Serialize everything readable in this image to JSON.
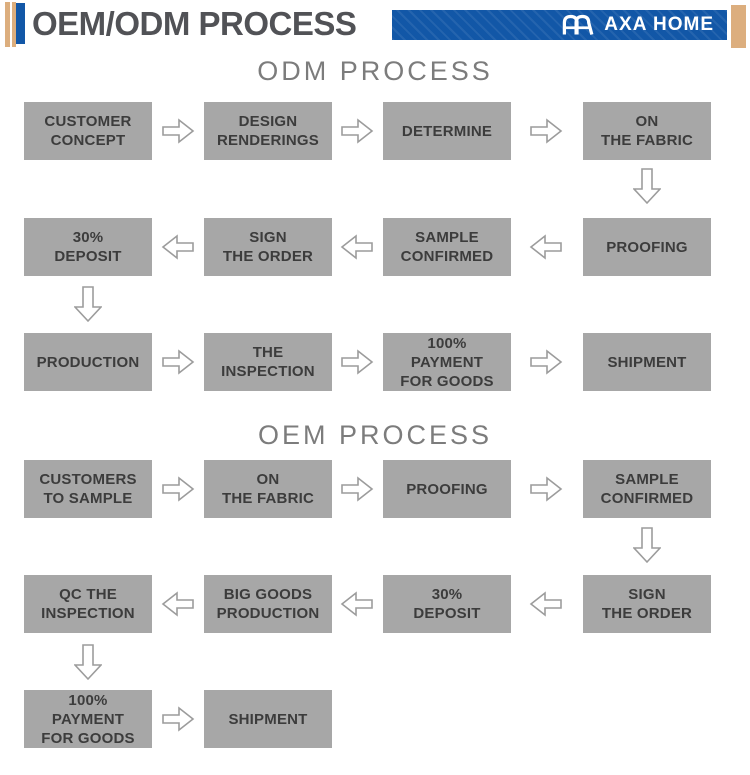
{
  "header": {
    "title": "OEM/ODM PROCESS",
    "brand": {
      "logo_icon": "axa-monogram-icon",
      "name": "AXA HOME"
    }
  },
  "odm": {
    "title": "ODM PROCESS",
    "row1": {
      "direction": "right",
      "steps": [
        "CUSTOMER\nCONCEPT",
        "DESIGN\nRENDERINGS",
        "DETERMINE",
        "ON\nTHE FABRIC"
      ]
    },
    "row2": {
      "direction": "left",
      "steps": [
        "30%\nDEPOSIT",
        "SIGN\nTHE ORDER",
        "SAMPLE\nCONFIRMED",
        "PROOFING"
      ]
    },
    "row3": {
      "direction": "right",
      "steps": [
        "PRODUCTION",
        "THE\nINSPECTION",
        "100%\nPAYMENT\nFOR GOODS",
        "SHIPMENT"
      ]
    },
    "connectors": [
      "down-from-on-the-fabric-to-proofing",
      "down-from-30-deposit-to-production"
    ]
  },
  "oem": {
    "title": "OEM PROCESS",
    "row1": {
      "direction": "right",
      "steps": [
        "CUSTOMERS\nTO SAMPLE",
        "ON\nTHE FABRIC",
        "PROOFING",
        "SAMPLE\nCONFIRMED"
      ]
    },
    "row2": {
      "direction": "left",
      "steps": [
        "QC THE\nINSPECTION",
        "BIG GOODS\nPRODUCTION",
        "30%\nDEPOSIT",
        "SIGN\nTHE ORDER"
      ]
    },
    "row3": {
      "direction": "right",
      "steps": [
        "100%\nPAYMENT\nFOR GOODS",
        "SHIPMENT"
      ]
    },
    "connectors": [
      "down-from-sample-confirmed-to-sign-the-order",
      "down-from-qc-the-inspection-to-100-payment"
    ]
  },
  "icons": {
    "flow_right": "arrow-right-icon",
    "flow_left": "arrow-left-icon",
    "flow_down": "arrow-down-icon",
    "brand_logo": "axa-monogram-icon"
  },
  "colors": {
    "banner_blue": "#1257a7",
    "stripe_tan": "#dcae7e",
    "box_gray": "#a7a7a7",
    "box_text": "#3c3c3c",
    "section_title_gray": "#7c7c7c",
    "header_text": "#515256",
    "arrow_outline": "#9c9c9c"
  }
}
